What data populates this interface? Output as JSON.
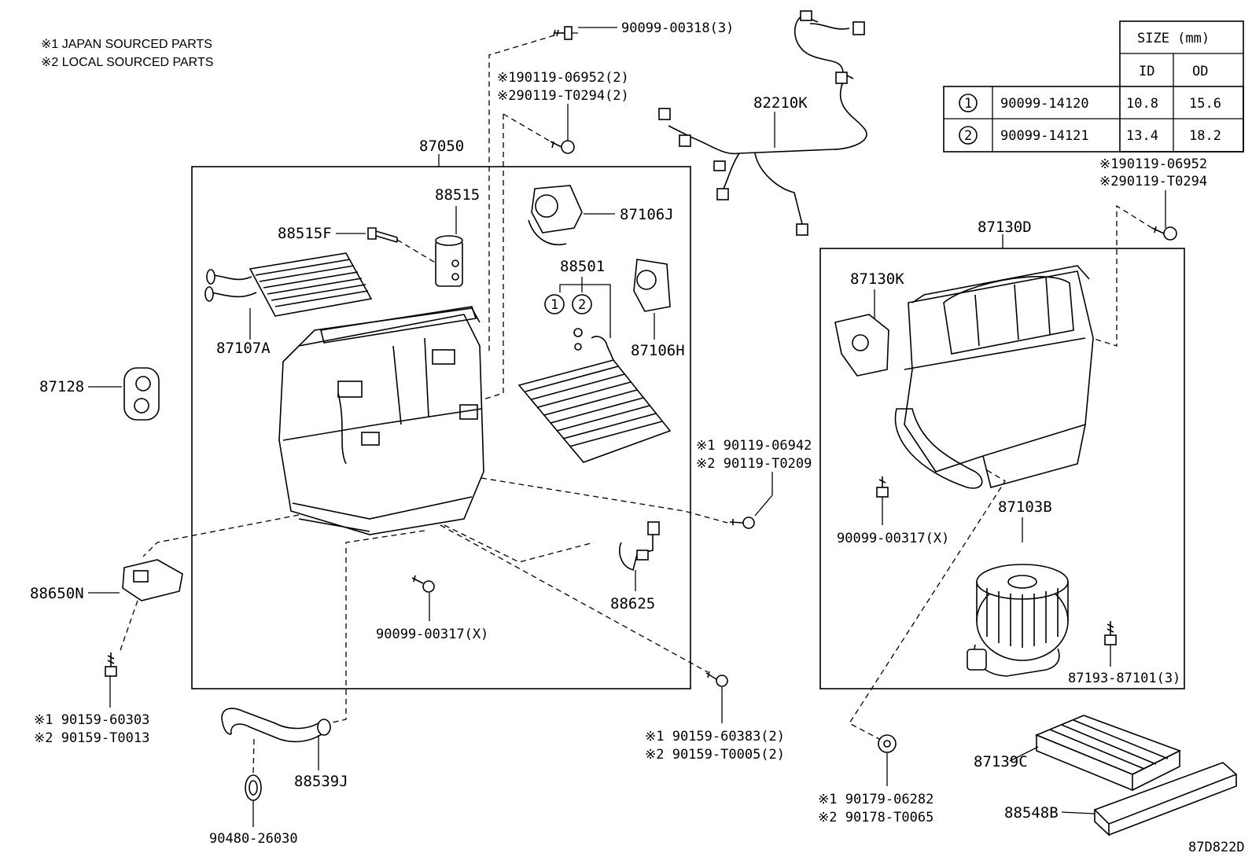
{
  "notes": {
    "japan": "※1 JAPAN SOURCED PARTS",
    "local": "※2 LOCAL SOURCED PARTS"
  },
  "size_table": {
    "header": "SIZE (mm)",
    "col_id": "ID",
    "col_od": "OD",
    "rows": [
      {
        "ref": "1",
        "part": "90099-14120",
        "id": "10.8",
        "od": "15.6"
      },
      {
        "ref": "2",
        "part": "90099-14121",
        "id": "13.4",
        "od": "18.2"
      }
    ]
  },
  "labels": {
    "p90099_00318": "90099-00318(3)",
    "p190119_06952_2": "※190119-06952(2)",
    "p290119_T0294_2": "※290119-T0294(2)",
    "p87050": "87050",
    "p82210K": "82210K",
    "p190119_06952": "※190119-06952",
    "p290119_T0294": "※290119-T0294",
    "p88515": "88515",
    "p88515F": "88515F",
    "p87106J": "87106J",
    "p88501": "88501",
    "p87107A": "87107A",
    "p87106H": "87106H",
    "p87128": "87128",
    "p87130D": "87130D",
    "p87130K": "87130K",
    "p190119_06942": "※1 90119-06942",
    "p290119_T0209": "※2 90119-T0209",
    "p90099_00317_r": "90099-00317(X)",
    "p87103B": "87103B",
    "p88650N": "88650N",
    "p88625": "88625",
    "p90099_00317_c": "90099-00317(X)",
    "p87193": "87193-87101(3)",
    "p190159_60303": "※1 90159-60303",
    "p290159_T0013": "※2 90159-T0013",
    "p190159_60383": "※1 90159-60383(2)",
    "p290159_T0005": "※2 90159-T0005(2)",
    "p88539J": "88539J",
    "p87139C": "87139C",
    "p190179_06282": "※1 90179-06282",
    "p290178_T0065": "※2 90178-T0065",
    "p88548B": "88548B",
    "p90480_26030": "90480-26030",
    "diagram_code": "87D822D"
  }
}
